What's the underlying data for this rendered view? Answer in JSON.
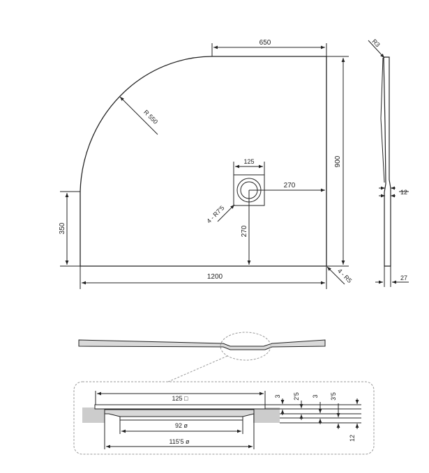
{
  "plan_view": {
    "dim_top": "650",
    "dim_right": "900",
    "dim_left": "350",
    "dim_bottom": "1200",
    "radius_label": "R 550",
    "drain_width": "125",
    "drain_to_right": "270",
    "drain_to_bottom": "270",
    "drain_corner_radius": "4 - R7'5",
    "corner_radius": "4 - R5"
  },
  "side_view": {
    "top_radius": "R3",
    "mid_thickness": "12",
    "edge_thickness": "27"
  },
  "detail": {
    "drain_square": "125 □",
    "inner_diameter": "92 ø",
    "outer_diameter": "115'5 ø",
    "step_1": "3",
    "step_2": "2'5",
    "step_3": "3",
    "step_4": "3'5",
    "depth": "12"
  },
  "colors": {
    "line": "#222222",
    "fill_light": "#d9d9d9",
    "shade": "#cccccc",
    "dashed": "#9a9a9a"
  }
}
